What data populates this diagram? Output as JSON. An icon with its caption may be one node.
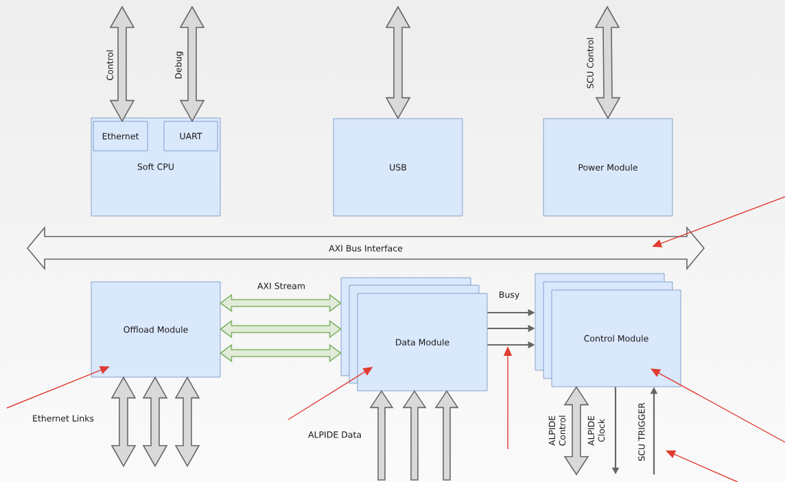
{
  "diagram": {
    "nodes": [
      {
        "text": [
          "Soft CPU"
        ]
      },
      {
        "text": [
          "Ethernet"
        ],
        "in": 0
      },
      {
        "text": [
          "UART"
        ],
        "in": 0
      },
      {
        "text": [
          "USB"
        ]
      },
      {
        "text": [
          "Power Module"
        ]
      },
      {
        "text": [
          "AXI Bus Interface"
        ]
      },
      {
        "text": [
          "Offload Module"
        ]
      },
      {
        "text": [
          "Data Module"
        ]
      },
      {
        "text": [
          "Control Module"
        ]
      }
    ],
    "edges": [
      {
        "from": null,
        "to": 1,
        "arrow": "both",
        "label": "Control",
        "style": "thick"
      },
      {
        "from": null,
        "to": 2,
        "arrow": "both",
        "label": "Debug",
        "style": "thick"
      },
      {
        "from": null,
        "to": 3,
        "arrow": "both",
        "style": "thick"
      },
      {
        "from": null,
        "to": 4,
        "arrow": "both",
        "label": "SCU Control",
        "style": "thick"
      },
      {
        "from": 6,
        "to": 7,
        "arrow": "both",
        "label": "AXI Stream",
        "style": "thick",
        "color": "#82b366"
      },
      {
        "from": 6,
        "to": 7,
        "arrow": "both",
        "style": "thick",
        "color": "#82b366"
      },
      {
        "from": 6,
        "to": 7,
        "arrow": "both",
        "style": "thick",
        "color": "#82b366"
      },
      {
        "from": 7,
        "to": 8,
        "arrow": "to",
        "label": "Busy"
      },
      {
        "from": 7,
        "to": 8,
        "arrow": "to"
      },
      {
        "from": 7,
        "to": 8,
        "arrow": "to"
      },
      {
        "from": 6,
        "to": null,
        "arrow": "both",
        "style": "thick"
      },
      {
        "from": 6,
        "to": null,
        "arrow": "both",
        "style": "thick"
      },
      {
        "from": 6,
        "to": null,
        "arrow": "both",
        "style": "thick"
      },
      {
        "from": null,
        "to": 7,
        "arrow": "to",
        "style": "thick"
      },
      {
        "from": null,
        "to": 7,
        "arrow": "to",
        "style": "thick"
      },
      {
        "from": null,
        "to": 7,
        "arrow": "to",
        "style": "thick"
      },
      {
        "from": 8,
        "to": null,
        "arrow": "both",
        "label": "ALPIDE Control",
        "style": "thick"
      },
      {
        "from": 8,
        "to": null,
        "arrow": "to",
        "label": "ALPIDE Clock"
      },
      {
        "from": null,
        "to": 8,
        "arrow": "to",
        "label": "SCU TRIGGER"
      },
      {
        "from": null,
        "to": 5,
        "arrow": "to",
        "color": "#e03c31"
      },
      {
        "from": null,
        "to": 6,
        "arrow": "to",
        "color": "#e03c31"
      },
      {
        "from": null,
        "to": 7,
        "arrow": "to",
        "color": "#e03c31"
      },
      {
        "from": null,
        "to": 8,
        "arrow": "to",
        "color": "#e03c31"
      }
    ],
    "labels": [
      "Ethernet Links",
      "ALPIDE Data"
    ]
  }
}
